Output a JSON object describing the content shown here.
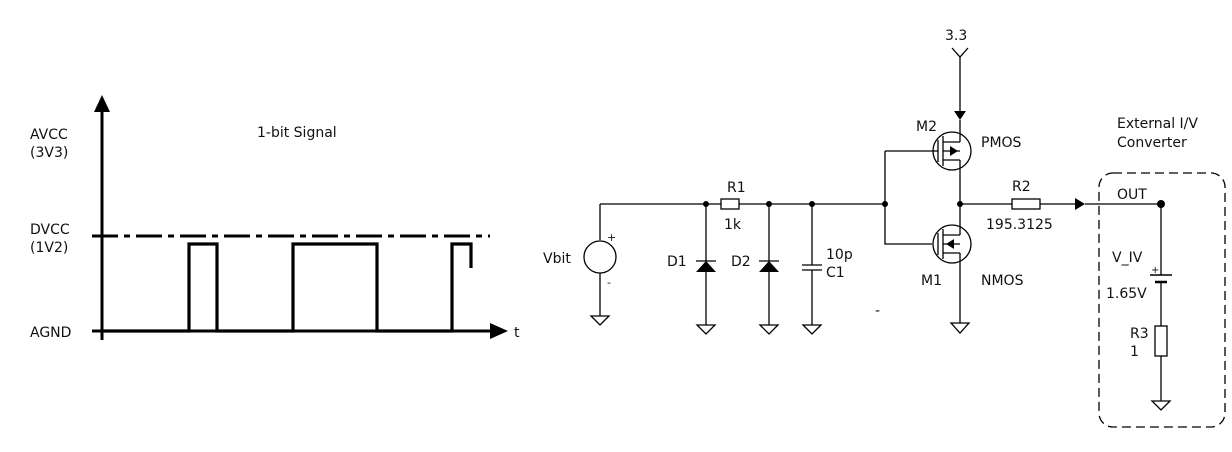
{
  "waveform": {
    "title": "1-bit Signal",
    "levels": {
      "avcc": [
        "AVCC",
        "(3V3)"
      ],
      "dvcc": [
        "DVCC",
        "(1V2)"
      ],
      "agnd": "AGND"
    },
    "t_label": "t"
  },
  "circuit": {
    "source": {
      "name": "Vbit",
      "plus": "+",
      "minus": "-"
    },
    "d1": "D1",
    "d2": "D2",
    "r1": {
      "name": "R1",
      "value": "1k"
    },
    "c1": {
      "name": "C1",
      "value": "10p"
    },
    "supply": "3.3",
    "m2": {
      "name": "M2",
      "type": "PMOS"
    },
    "m1": {
      "name": "M1",
      "type": "NMOS"
    },
    "r2": {
      "name": "R2",
      "value": "195.3125"
    },
    "stray_mark": "-",
    "converter": {
      "title": [
        "External I/V",
        "Converter"
      ],
      "out": "OUT",
      "source": {
        "name": "V_IV",
        "value": "1.65V",
        "plus": "+"
      },
      "r3": {
        "name": "R3",
        "value": "1"
      }
    }
  }
}
